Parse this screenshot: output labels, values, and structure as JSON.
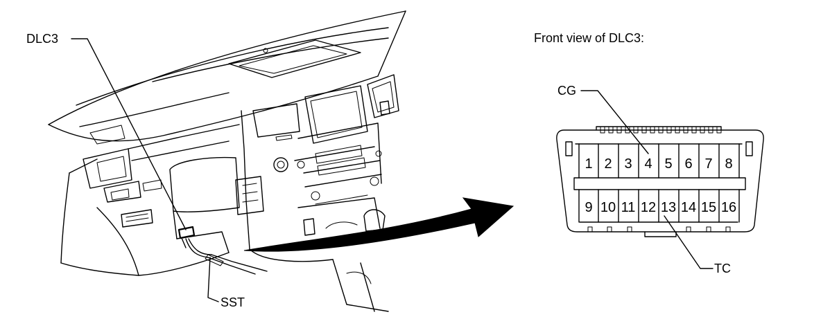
{
  "labels": {
    "dlc3": "DLC3",
    "sst": "SST",
    "front_view": "Front view of DLC3:",
    "cg": "CG",
    "tc": "TC"
  },
  "connector": {
    "top_row": [
      "1",
      "2",
      "3",
      "4",
      "5",
      "6",
      "7",
      "8"
    ],
    "bottom_row": [
      "9",
      "10",
      "11",
      "12",
      "13",
      "14",
      "15",
      "16"
    ]
  },
  "colors": {
    "line": "#000000",
    "background": "#ffffff"
  }
}
